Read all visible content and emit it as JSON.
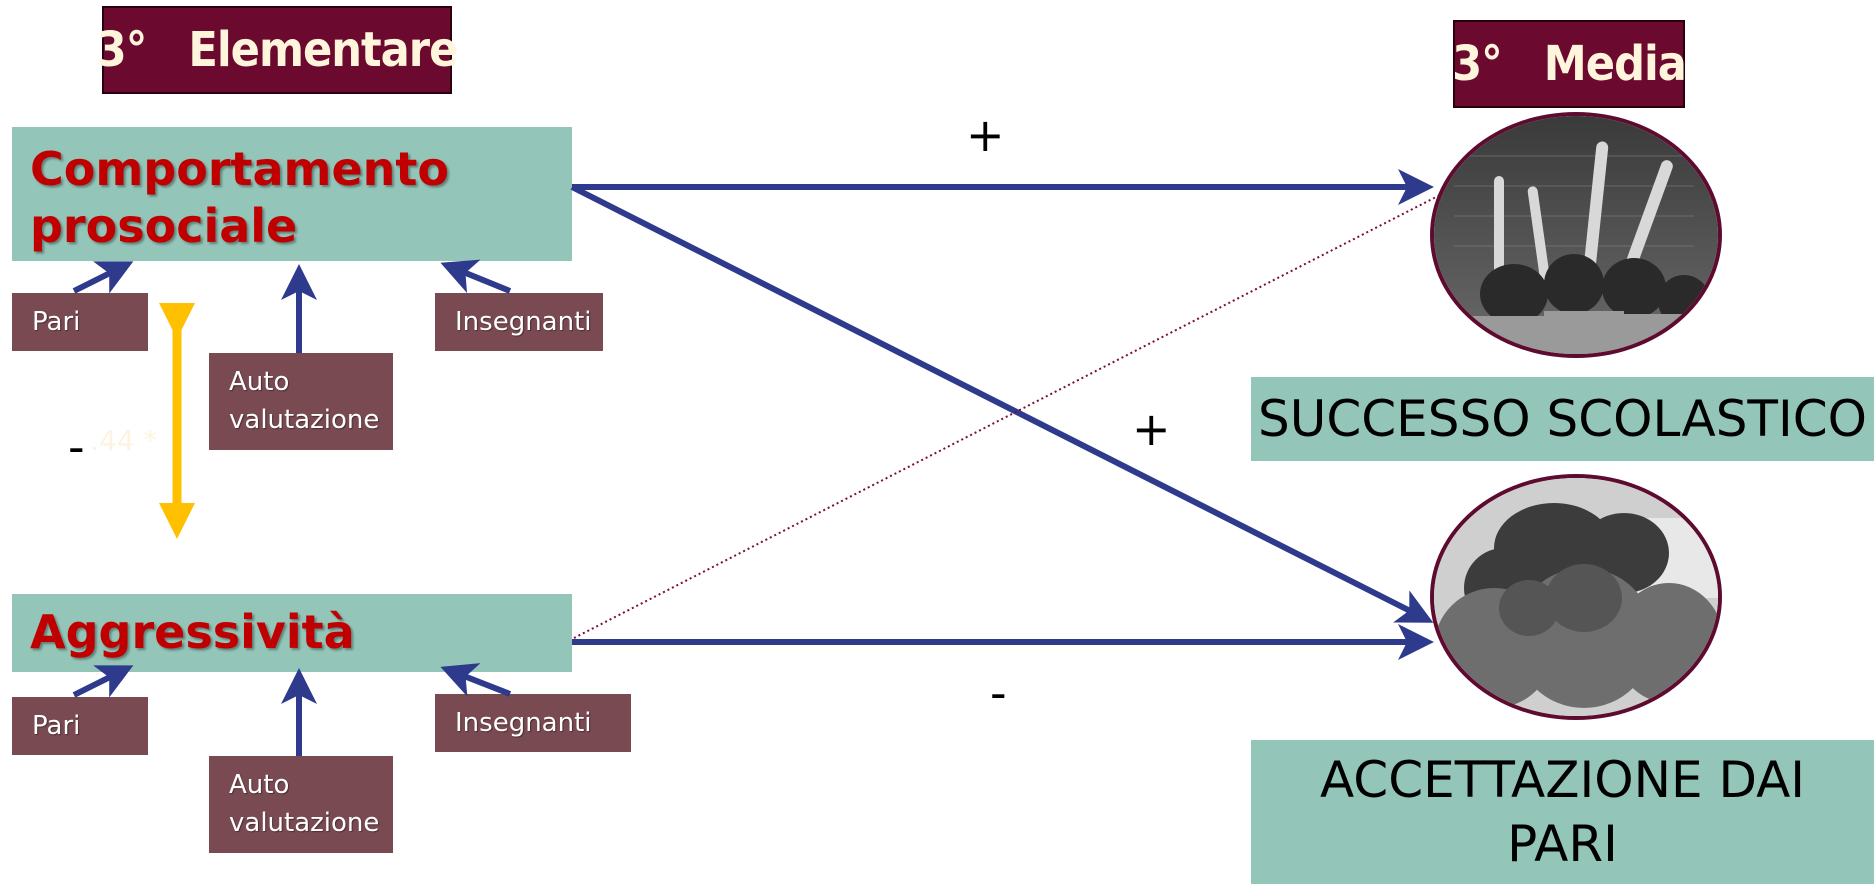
{
  "headers": {
    "elementary": "3°   Elementare",
    "middle": "3°   Media"
  },
  "predictors": {
    "prosocial": {
      "label_line1": "Comportamento",
      "label_line2": "prosociale",
      "sources": {
        "peers": "Pari",
        "self_line1": "Auto",
        "self_line2": "valutazione",
        "teachers": "Insegnanti"
      }
    },
    "aggression": {
      "label": "Aggressività",
      "sources": {
        "peers": "Pari",
        "self_line1": "Auto",
        "self_line2": "valutazione",
        "teachers": "Insegnanti"
      }
    },
    "correlation": {
      "sign": "-",
      "value": ".44 *"
    }
  },
  "paths": {
    "prosocial_to_success": "+",
    "prosocial_to_acceptance": "+",
    "aggression_to_acceptance": "-"
  },
  "outcomes": {
    "success": "SUCCESSO SCOLASTICO",
    "acceptance_line1": "ACCETTAZIONE DAI",
    "acceptance_line2": "PARI"
  },
  "colors": {
    "box_teal": "#93c5b8",
    "label_red": "#c00000",
    "header_maroon": "#6b0a2e",
    "source_box": "#7a4a52",
    "arrow_blue": "#2e3a8c",
    "correlation_arrow": "#ffc000",
    "dotted_path": "#7a1030"
  }
}
